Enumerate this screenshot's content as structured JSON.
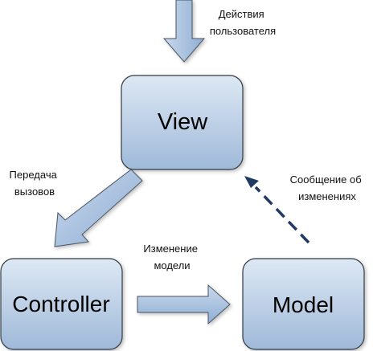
{
  "nodes": {
    "view": {
      "label": "View"
    },
    "controller": {
      "label": "Controller"
    },
    "model": {
      "label": "Model"
    }
  },
  "edges": {
    "user_actions": {
      "line1": "Действия",
      "line2": "пользователя"
    },
    "call_transfer": {
      "line1": "Передача",
      "line2": "вызовов"
    },
    "model_change": {
      "line1": "Изменение",
      "line2": "модели"
    },
    "change_notification": {
      "line1": "Сообщение об",
      "line2": "изменениях"
    }
  },
  "colors": {
    "box_fill_top": "#dde8f4",
    "box_fill_bottom": "#9fb9d9",
    "box_stroke": "#333a44",
    "arrow_fill_top": "#c9d8ec",
    "arrow_fill_bottom": "#8eaed4",
    "arrow_stroke": "#4b5563",
    "dashed_arrow": "#1f3b63"
  }
}
